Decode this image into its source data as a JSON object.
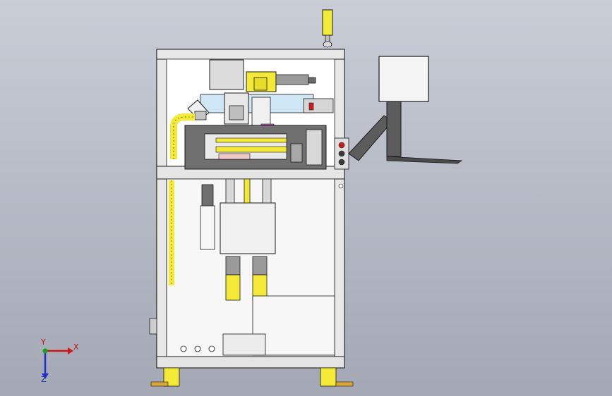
{
  "triad": {
    "x_label": "X",
    "y_label": "Y",
    "z_label": "Z"
  },
  "colors": {
    "background_top": "#c9cdd6",
    "background_bottom": "#a3a8b4",
    "frame": "#f2f2f2",
    "outline": "#1a1a1a",
    "yellow": "#f3e936",
    "gray_panel": "#6f6f6f",
    "axis_x": "#d01515",
    "axis_y": "#17a51f",
    "axis_z": "#1f2fd0"
  }
}
